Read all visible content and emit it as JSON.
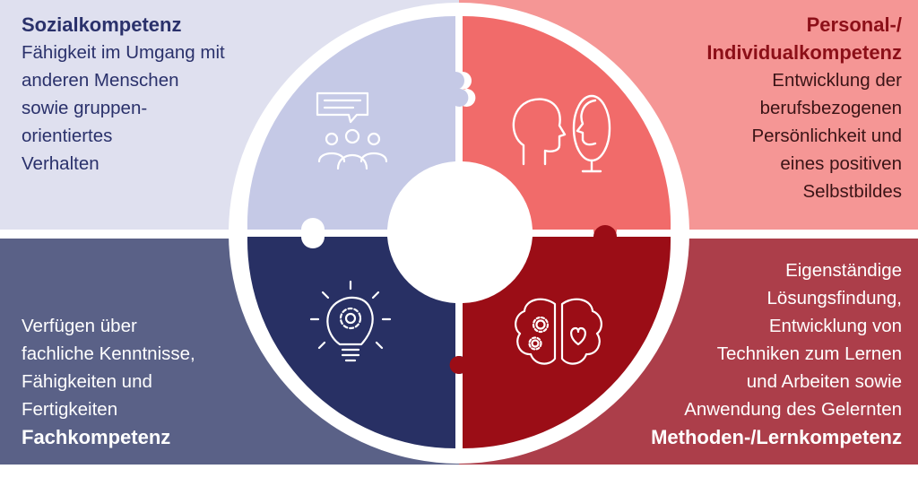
{
  "quadrants": {
    "social": {
      "title": "Sozialkompetenz",
      "description": "Fähigkeit im Umgang mit\nanderen Menschen\nsowie gruppen-\norientiertes\nVerhalten"
    },
    "personal": {
      "title": "Personal-/\nIndividualkompetenz",
      "description": "Entwicklung der\nberufsbezogenen\nPersönlichkeit und\neines positiven\nSelbstbildes"
    },
    "professional": {
      "title": "Fachkompetenz",
      "description": "Verfügen über\nfachliche Kenntnisse,\nFähigkeiten und\nFertigkeiten"
    },
    "method": {
      "title": "Methoden-/Lernkompetenz",
      "description": "Eigenständige\nLösungsfindung,\nEntwicklung von\nTechniken zum Lernen\nund Arbeiten sowie\nAnwendung des Gelernten"
    }
  },
  "icons": {
    "social": "group-discussion-icon",
    "personal": "self-reflection-icon",
    "professional": "idea-bulb-icon",
    "method": "brain-icon"
  },
  "colors": {
    "social_bg": "#dfe0ef",
    "social_piece": "#c5c9e6",
    "personal_bg": "#f59695",
    "personal_piece": "#f16b6a",
    "professional_bg": "#5a6187",
    "professional_piece": "#283064",
    "method_bg": "#ac3e4a",
    "method_piece": "#9b0d16"
  }
}
